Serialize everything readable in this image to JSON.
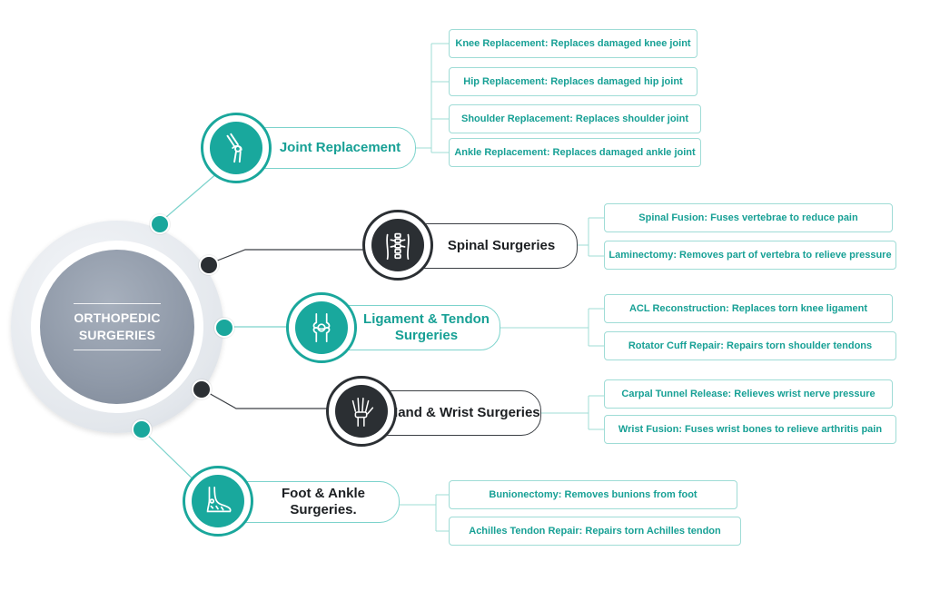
{
  "hub": {
    "title_line1": "ORTHOPEDIC",
    "title_line2": "SURGERIES"
  },
  "colors": {
    "teal": "#1aa79c",
    "dark": "#2b2f33",
    "hub": "#8f99a8"
  },
  "categories": [
    {
      "label": "Joint Replacement",
      "icon": "knee-joint-icon",
      "style": "teal",
      "items": [
        "Knee Replacement: Replaces damaged knee joint",
        "Hip Replacement: Replaces damaged hip joint",
        "Shoulder Replacement: Replaces shoulder joint",
        "Ankle Replacement: Replaces damaged ankle joint"
      ]
    },
    {
      "label": "Spinal Surgeries",
      "icon": "spine-icon",
      "style": "dark",
      "items": [
        "Spinal Fusion: Fuses vertebrae to reduce pain",
        "Laminectomy: Removes part of vertebra to relieve pressure"
      ]
    },
    {
      "label_line1": "Ligament & Tendon",
      "label_line2": "Surgeries",
      "icon": "ligament-joint-icon",
      "style": "teal",
      "items": [
        "ACL Reconstruction: Replaces torn knee ligament",
        "Rotator Cuff Repair: Repairs torn shoulder tendons"
      ]
    },
    {
      "label": "Hand & Wrist Surgeries",
      "icon": "hand-xray-icon",
      "style": "dark",
      "items": [
        "Carpal Tunnel Release: Relieves wrist nerve pressure",
        "Wrist Fusion: Fuses wrist bones to relieve arthritis pain"
      ]
    },
    {
      "label": "Foot & Ankle Surgeries.",
      "icon": "foot-bones-icon",
      "style": "teal",
      "items": [
        "Bunionectomy: Removes bunions from foot",
        "Achilles Tendon Repair: Repairs torn Achilles tendon"
      ]
    }
  ]
}
